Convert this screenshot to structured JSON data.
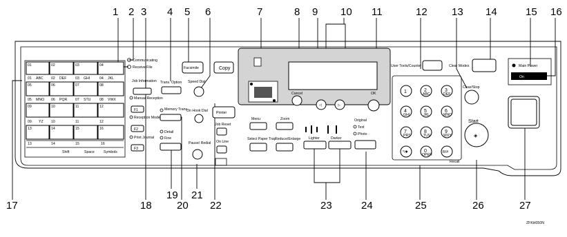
{
  "callouts_top": [
    "1",
    "2",
    "3",
    "4",
    "5",
    "6",
    "7",
    "8",
    "9",
    "10",
    "11",
    "12",
    "13",
    "14",
    "15",
    "16"
  ],
  "callouts_bottom": [
    "17",
    "18",
    "19",
    "20",
    "21",
    "22",
    "23",
    "24",
    "25",
    "26",
    "27"
  ],
  "one_touch": {
    "row1": [
      "01",
      "02",
      "03",
      "04"
    ],
    "row2": [
      "01",
      "ABC",
      "02",
      "DEF",
      "03",
      "GHI",
      "04",
      "JKL"
    ],
    "row3": [
      "05",
      "06",
      "07",
      "08"
    ],
    "row4": [
      "05",
      "MNO",
      "06",
      "PQR",
      "07",
      "STU",
      "08",
      "VWX"
    ],
    "row5": [
      "09",
      "10",
      "11",
      "12"
    ],
    "row6": [
      "09",
      "YZ",
      "10",
      "11",
      "12"
    ],
    "row7": [
      "13",
      "14",
      "15",
      "16"
    ],
    "row8": [
      "13",
      "14",
      "15",
      "16"
    ],
    "shift_row": [
      "Shift",
      "Space",
      "Symbols"
    ]
  },
  "labels": {
    "communicating": "Communicating",
    "receive_file": "Receive File",
    "job_information": "Job Information",
    "trans_option": "Trans. Option",
    "facsimile": "Facsimile",
    "copy": "Copy",
    "speed_dial": "Speed Dial",
    "manual_reception": "Manual Reception",
    "reception_mode": "Reception Mode",
    "print_journal": "Print Journal",
    "memory_trans": "Memory Trans.",
    "detail": "Detail",
    "fine": "Fine",
    "printer": "Printer",
    "on_hook_dial": "On Hook Dial",
    "job_reset": "Job Reset",
    "on_line": "On Line",
    "pause_redial": "Pause/ Redial",
    "f1": "F1",
    "f2": "F2",
    "f3": "F3",
    "menu": "Menu",
    "zoom": "Zoom",
    "select_paper_tray": "Select Paper Tray",
    "reduce_enlarge": "Reduce/Enlarge",
    "lighter": "Lighter",
    "darker": "Darker",
    "original": "Original",
    "text": "Text",
    "photo": "Photo",
    "cancel": "Cancel",
    "ok": "OK",
    "user_tools": "User Tools/Counter",
    "clear_modes": "Clear Modes",
    "main_power": "Main Power",
    "on": "On",
    "clear_stop": "Clear/Stop",
    "start": "Start",
    "recall": "Recall",
    "figure_code": "ZFKH050N"
  },
  "keypad": [
    {
      "d": "1",
      "s": ""
    },
    {
      "d": "2",
      "s": "ABC"
    },
    {
      "d": "3",
      "s": "DEF"
    },
    {
      "d": "4",
      "s": "GHI"
    },
    {
      "d": "5",
      "s": "JKL"
    },
    {
      "d": "6",
      "s": "MNO"
    },
    {
      "d": "7",
      "s": "PRS"
    },
    {
      "d": "8",
      "s": "TUV"
    },
    {
      "d": "9",
      "s": "WXY"
    },
    {
      "d": "*/✱",
      "s": ""
    },
    {
      "d": "0",
      "s": "OPER"
    },
    {
      "d": "R/#",
      "s": ""
    }
  ]
}
